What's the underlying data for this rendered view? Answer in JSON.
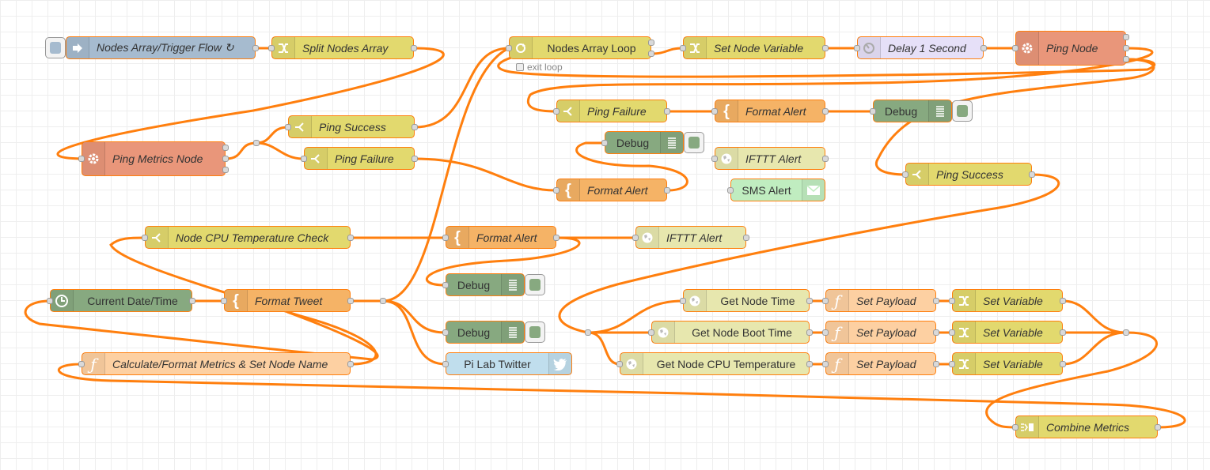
{
  "flow": {
    "colors": {
      "wire": "#ff7f0e",
      "grid": "#eeeeee",
      "node_border": "#ff7f0e"
    },
    "nodes": {
      "trigger": {
        "label": "Nodes Array/Trigger Flow ↻",
        "icon": "arrow-in-icon",
        "color": "#a6bbcf"
      },
      "split": {
        "label": "Split Nodes Array",
        "icon": "shuffle-icon",
        "color": "#e2d96e"
      },
      "loop": {
        "label": "Nodes Array Loop",
        "icon": "loop-icon",
        "color": "#e2d96e",
        "status": "exit loop"
      },
      "set_node_var": {
        "label": "Set Node Variable",
        "icon": "shuffle-icon",
        "color": "#e2d96e"
      },
      "delay": {
        "label": "Delay 1 Second",
        "icon": "timer-icon",
        "color": "#e6e0f8"
      },
      "ping_node": {
        "label": "Ping Node",
        "icon": "gear-icon",
        "color": "#e9967a"
      },
      "ping_metrics": {
        "label": "Ping Metrics Node",
        "icon": "gear-icon",
        "color": "#e9967a"
      },
      "ping_success_1": {
        "label": "Ping Success",
        "icon": "switch-icon",
        "color": "#e2d96e"
      },
      "ping_failure_1": {
        "label": "Ping Failure",
        "icon": "switch-icon",
        "color": "#e2d96e"
      },
      "ping_failure_2": {
        "label": "Ping Failure",
        "icon": "switch-icon",
        "color": "#e2d96e"
      },
      "format_alert_1": {
        "label": "Format Alert",
        "icon": "template-icon",
        "color": "#f5b366"
      },
      "debug_1": {
        "label": "Debug",
        "icon": "debug-icon",
        "color": "#87a980"
      },
      "debug_2": {
        "label": "Debug",
        "icon": "debug-icon",
        "color": "#87a980"
      },
      "ifttt_1": {
        "label": "IFTTT Alert",
        "icon": "globe-icon",
        "color": "#e7e7ae"
      },
      "sms": {
        "label": "SMS Alert",
        "icon": "envelope-icon",
        "color": "#c0edc0"
      },
      "ping_success_2": {
        "label": "Ping Success",
        "icon": "switch-icon",
        "color": "#e2d96e"
      },
      "format_alert_2": {
        "label": "Format Alert",
        "icon": "template-icon",
        "color": "#f5b366"
      },
      "cpu_check": {
        "label": "Node CPU Temperature Check",
        "icon": "switch-icon",
        "color": "#e2d96e"
      },
      "format_alert_3": {
        "label": "Format Alert",
        "icon": "template-icon",
        "color": "#f5b366"
      },
      "ifttt_2": {
        "label": "IFTTT Alert",
        "icon": "globe-icon",
        "color": "#e7e7ae"
      },
      "debug_3": {
        "label": "Debug",
        "icon": "debug-icon",
        "color": "#87a980"
      },
      "date_time": {
        "label": "Current Date/Time",
        "icon": "clock-icon",
        "color": "#87a980"
      },
      "format_tweet": {
        "label": "Format Tweet",
        "icon": "template-icon",
        "color": "#f5b366"
      },
      "debug_4": {
        "label": "Debug",
        "icon": "debug-icon",
        "color": "#87a980"
      },
      "twitter": {
        "label": "Pi Lab Twitter",
        "icon": "twitter-icon",
        "color": "#c0deed"
      },
      "calc_metrics": {
        "label": "Calculate/Format Metrics & Set Node Name",
        "icon": "function-icon",
        "color": "#fdd0a2"
      },
      "get_time": {
        "label": "Get Node Time",
        "icon": "globe-icon",
        "color": "#e7e7ae"
      },
      "get_boot": {
        "label": "Get Node Boot Time",
        "icon": "globe-icon",
        "color": "#e7e7ae"
      },
      "get_cpu": {
        "label": "Get Node CPU Temperature",
        "icon": "globe-icon",
        "color": "#e7e7ae"
      },
      "set_payload_1": {
        "label": "Set Payload",
        "icon": "function-icon",
        "color": "#fdd0a2"
      },
      "set_payload_2": {
        "label": "Set Payload",
        "icon": "function-icon",
        "color": "#fdd0a2"
      },
      "set_payload_3": {
        "label": "Set Payload",
        "icon": "function-icon",
        "color": "#fdd0a2"
      },
      "set_var_1": {
        "label": "Set Variable",
        "icon": "shuffle-icon",
        "color": "#e2d96e"
      },
      "set_var_2": {
        "label": "Set Variable",
        "icon": "shuffle-icon",
        "color": "#e2d96e"
      },
      "set_var_3": {
        "label": "Set Variable",
        "icon": "shuffle-icon",
        "color": "#e2d96e"
      },
      "combine": {
        "label": "Combine Metrics",
        "icon": "join-icon",
        "color": "#e2d96e"
      }
    }
  }
}
